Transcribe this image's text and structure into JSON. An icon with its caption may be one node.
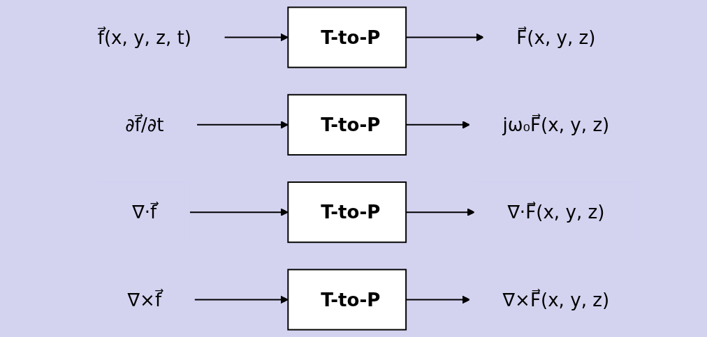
{
  "diagram": {
    "nodes": [
      {
        "text": [
          "f⃗(x, y, z, t)"
        ]
      },
      {
        "text": [
          "T-to-P"
        ]
      },
      {
        "text": [
          "F⃗(x, y, z)"
        ]
      },
      {
        "text": [
          "∂f⃗/∂t"
        ]
      },
      {
        "text": [
          "T-to-P"
        ]
      },
      {
        "text": [
          "jω₀F⃗(x, y, z)"
        ]
      },
      {
        "text": [
          "∇·f⃗"
        ]
      },
      {
        "text": [
          "T-to-P"
        ]
      },
      {
        "text": [
          "∇·F⃗(x, y, z)"
        ]
      },
      {
        "text": [
          "∇×f⃗"
        ]
      },
      {
        "text": [
          "T-to-P"
        ]
      },
      {
        "text": [
          "∇×F⃗(x, y, z)"
        ]
      }
    ],
    "edges": [
      {
        "from": 0,
        "to": 1,
        "arrow": "to"
      },
      {
        "from": 1,
        "to": 2,
        "arrow": "to"
      },
      {
        "from": 3,
        "to": 4,
        "arrow": "to"
      },
      {
        "from": 4,
        "to": 5,
        "arrow": "to"
      },
      {
        "from": 6,
        "to": 7,
        "arrow": "to"
      },
      {
        "from": 7,
        "to": 8,
        "arrow": "to"
      },
      {
        "from": 9,
        "to": 10,
        "arrow": "to"
      },
      {
        "from": 10,
        "to": 11,
        "arrow": "to"
      }
    ]
  }
}
